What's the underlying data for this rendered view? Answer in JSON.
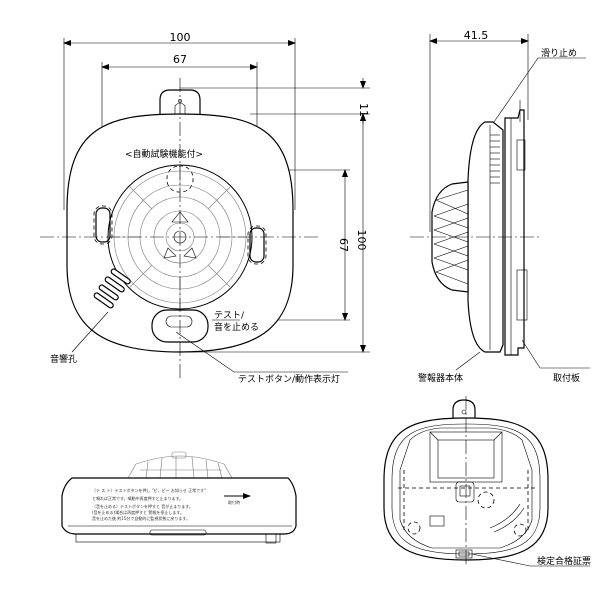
{
  "dimensions": {
    "width_outer": "100",
    "width_inner": "67",
    "height_outer": "100",
    "height_inner": "67",
    "tab_height": "11",
    "depth": "41.5"
  },
  "labels": {
    "auto_test": "<自動試験機能付>",
    "test_stop_line1": "テスト/",
    "test_stop_line2": "音を止める",
    "sound_hole": "音響孔",
    "test_button": "テストボタン/動作表示灯",
    "anti_slip": "滑り止め",
    "alarm_body": "警報器本体",
    "mount_plate": "取付板",
    "certification": "検定合格証票"
  },
  "side_print": {
    "line1": "〈テ ス ト〉テストボタンを押し \"ピ、ピー お知らせ 正常です\" ",
    "line2": "と鳴れば正常です。鳴動中再度押すと止まります。",
    "line3": "〈音を止める〉テストボタンを押すと 音が止まります。",
    "line4": "(音を止める)場合は再度押すと 警報を停止します。",
    "line5": "音を止めた後 約15分で自動的に監視状態に戻ります。",
    "arrow_caption": "取付時"
  },
  "colors": {
    "line": "#000000",
    "hidden_line": "#000000",
    "background": "#ffffff"
  }
}
